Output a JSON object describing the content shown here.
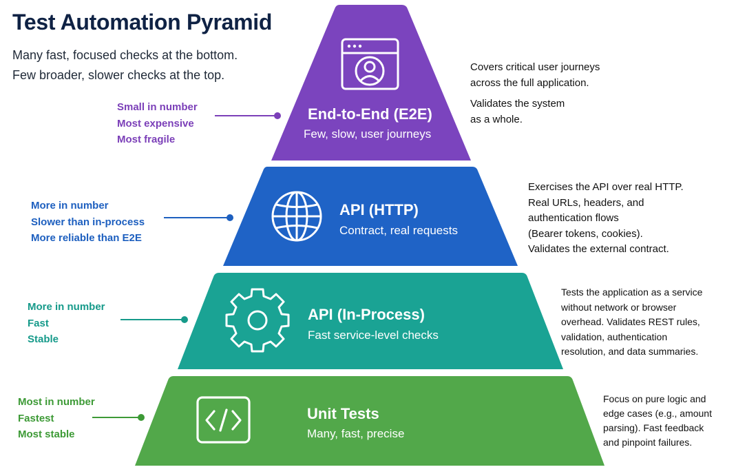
{
  "header": {
    "title": "Test Automation Pyramid",
    "subtitle_lines": [
      "Many fast, focused checks at the bottom.",
      "Few broader, slower checks at the top."
    ]
  },
  "layers": [
    {
      "id": "e2e",
      "title": "End-to-End (E2E)",
      "subtitle": "Few, slow, user journeys",
      "icon": "browser-user-icon",
      "color": "#7b44be",
      "traits": [
        "Small in number",
        "Most expensive",
        "Most fragile"
      ],
      "description": [
        "Covers critical user journeys",
        "across the full application.",
        "Validates the system",
        "as a whole."
      ]
    },
    {
      "id": "api-http",
      "title": "API (HTTP)",
      "subtitle": "Contract, real requests",
      "icon": "globe-icon",
      "color": "#1f63c6",
      "traits": [
        "More in number",
        "Slower than in-process",
        "More reliable than E2E"
      ],
      "description": [
        "Exercises the API over real HTTP.",
        "Real URLs, headers, and",
        "authentication flows",
        "(Bearer tokens, cookies).",
        "Validates the external contract."
      ]
    },
    {
      "id": "api-inprocess",
      "title": "API (In-Process)",
      "subtitle": "Fast service-level checks",
      "icon": "gear-icon",
      "color": "#1aa394",
      "traits": [
        "More in number",
        "Fast",
        "Stable"
      ],
      "description": [
        "Tests the application as a service",
        "without network or browser",
        "overhead. Validates REST rules,",
        "validation, authentication",
        "resolution, and data summaries."
      ]
    },
    {
      "id": "unit",
      "title": "Unit Tests",
      "subtitle": "Many, fast, precise",
      "icon": "code-icon",
      "color": "#52a84a",
      "traits": [
        "Most in number",
        "Fastest",
        "Most stable"
      ],
      "description": [
        "Focus on pure logic and",
        "edge cases (e.g., amount",
        "parsing). Fast feedback",
        "and pinpoint failures."
      ]
    }
  ],
  "colors": {
    "e2e_trait": "#7b3fb8",
    "http_trait": "#1d5fbf",
    "inprocess_trait": "#169a8a",
    "unit_trait": "#3d9a36"
  }
}
